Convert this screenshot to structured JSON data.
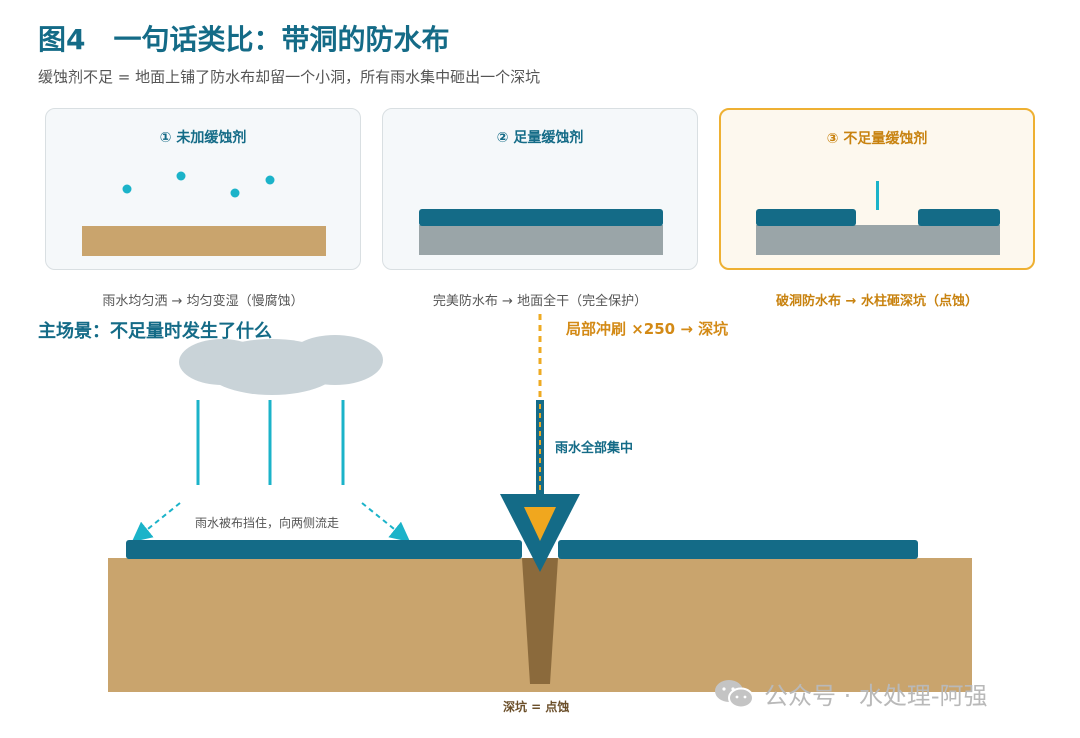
{
  "header": {
    "title": "图4　一句话类比：带洞的防水布",
    "subtitle": "缓蚀剂不足 = 地面上铺了防水布却留一个小洞，所有雨水集中砸出一个深坑"
  },
  "panels": [
    {
      "title": "① 未加缓蚀剂",
      "caption": "雨水均匀洒 → 均匀变湿（慢腐蚀）"
    },
    {
      "title": "② 足量缓蚀剂",
      "caption": "完美防水布 → 地面全干（完全保护）"
    },
    {
      "title": "③ 不足量缓蚀剂",
      "caption": "破洞防水布 → 水柱砸深坑（点蚀）"
    }
  ],
  "main_scene": {
    "title": "主场景：不足量时发生了什么",
    "local_flush_label": "局部冲刷 ×250 → 深坑",
    "rain_concentrated_label": "雨水全部集中",
    "rain_blocked_label": "雨水被布挡住，向两侧流走",
    "pit_label": "深坑 = 点蚀"
  },
  "watermark": {
    "icon": "wechat-icon",
    "text": "公众号 · 水处理-阿强"
  },
  "colors": {
    "teal_dark": "#146b87",
    "teal_light": "#1bb3c9",
    "orange": "#eeaa22",
    "soil": "#c9a46d",
    "pit": "#8b6a3c",
    "ground_gray": "#9aa5a8",
    "cloud": "#c9d3d8"
  }
}
